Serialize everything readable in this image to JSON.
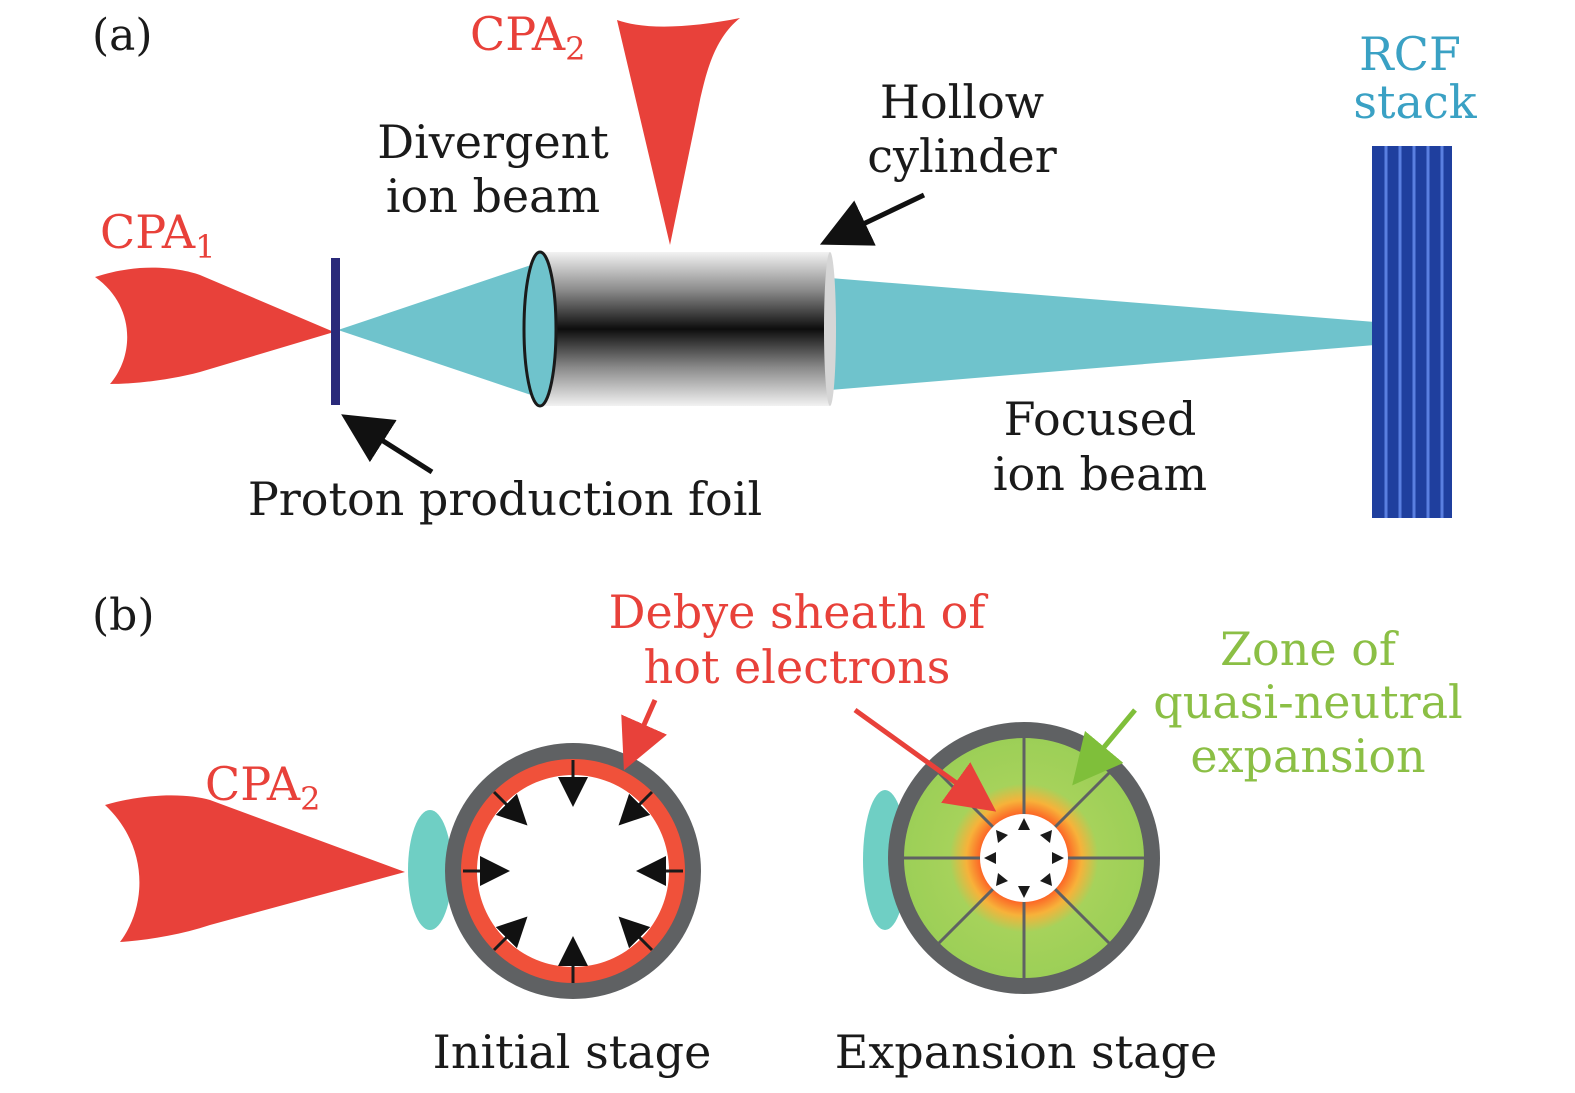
{
  "panel_a": {
    "tag": "(a)",
    "cpa1": "CPA",
    "cpa1_sub": "1",
    "cpa2": "CPA",
    "cpa2_sub": "2",
    "divergent": [
      "Divergent",
      "ion beam"
    ],
    "hollow": [
      "Hollow",
      "cylinder"
    ],
    "rcf": [
      "RCF",
      "stack"
    ],
    "foil": "Proton production foil",
    "focused": [
      "Focused",
      "ion beam"
    ]
  },
  "panel_b": {
    "tag": "(b)",
    "cpa2": "CPA",
    "cpa2_sub": "2",
    "debye": [
      "Debye sheath of",
      "hot electrons"
    ],
    "zone": [
      "Zone of",
      "quasi-neutral",
      "expansion"
    ],
    "initial": "Initial stage",
    "expansion": "Expansion stage"
  },
  "colors": {
    "laser": "#e8413a",
    "ion_beam": "#6fc3cc",
    "rcf": "#1f3f9e",
    "shell": "#5f6163",
    "expansion_zone": "#9ccf57"
  }
}
